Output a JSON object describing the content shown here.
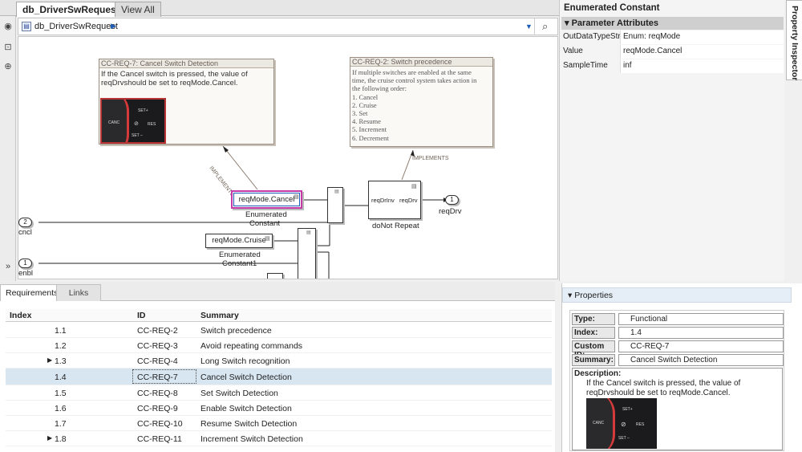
{
  "editor": {
    "tabs": [
      {
        "label": "db_DriverSwRequest",
        "active": true
      },
      {
        "label": "View All",
        "active": false
      }
    ],
    "breadcrumb": {
      "label": "db_DriverSwRequest"
    },
    "left_tools": [
      "hide-show-icon",
      "fit-view-icon",
      "zoom-icon",
      "expand-icon"
    ]
  },
  "canvas": {
    "notes": [
      {
        "title": "CC-REQ-7: Cancel Switch Detection",
        "body": "If the Cancel switch is pressed, the value of reqDrvshould be set to reqMode.Cancel."
      },
      {
        "title": "CC-REQ-2: Switch precedence",
        "lines": [
          "If multiple switches are enabled at the same",
          "time, the cruise control system takes action in",
          "the following order:",
          "1. Cancel",
          "2. Cruise",
          "3. Set",
          "4. Resume",
          "5. Increment",
          "6. Decrement"
        ]
      }
    ],
    "wheel_labels": {
      "set_plus": "SET+",
      "cancel": "CANC",
      "res": "RES",
      "set_minus": "SET –"
    },
    "implements_labels": [
      "IMPLEMENTS",
      "IMPLEMENTS"
    ],
    "blocks": {
      "const1": {
        "value": "reqMode.Cancel",
        "label_line1": "Enumerated",
        "label_line2": "Constant"
      },
      "const2": {
        "value": "reqMode.Cruise",
        "label_line1": "Enumerated",
        "label_line2": "Constant1"
      },
      "subsys": {
        "in_port": "reqDrInv",
        "out_port": "reqDrv",
        "label": "doNot Repeat"
      },
      "outport": {
        "number": "1",
        "label": "reqDrv"
      },
      "inport_cncl": {
        "number": "2",
        "label": "cncl"
      },
      "inport_enbl": {
        "number": "1",
        "label": "enbl"
      }
    }
  },
  "property_inspector": {
    "vertical_tab": "Property Inspector",
    "title": "Enumerated Constant",
    "section": "Parameter Attributes",
    "rows": [
      {
        "key": "OutDataTypeStr",
        "value": "Enum: reqMode"
      },
      {
        "key": "Value",
        "value": "reqMode.Cancel"
      },
      {
        "key": "SampleTime",
        "value": "inf"
      }
    ]
  },
  "requirements": {
    "tabs": [
      {
        "label": "Requirements",
        "active": true
      },
      {
        "label": "Links",
        "active": false
      }
    ],
    "columns": [
      "Index",
      "ID",
      "Summary"
    ],
    "rows": [
      {
        "index": "1.1",
        "id": "CC-REQ-2",
        "summary": "Switch precedence",
        "expandable": false,
        "selected": false
      },
      {
        "index": "1.2",
        "id": "CC-REQ-3",
        "summary": "Avoid repeating commands",
        "expandable": false,
        "selected": false
      },
      {
        "index": "1.3",
        "id": "CC-REQ-4",
        "summary": "Long Switch recognition",
        "expandable": true,
        "selected": false
      },
      {
        "index": "1.4",
        "id": "CC-REQ-7",
        "summary": "Cancel Switch Detection",
        "expandable": false,
        "selected": true
      },
      {
        "index": "1.5",
        "id": "CC-REQ-8",
        "summary": "Set Switch Detection",
        "expandable": false,
        "selected": false
      },
      {
        "index": "1.6",
        "id": "CC-REQ-9",
        "summary": "Enable Switch Detection",
        "expandable": false,
        "selected": false
      },
      {
        "index": "1.7",
        "id": "CC-REQ-10",
        "summary": "Resume Switch Detection",
        "expandable": false,
        "selected": false
      },
      {
        "index": "1.8",
        "id": "CC-REQ-11",
        "summary": "Increment Switch Detection",
        "expandable": true,
        "selected": false
      }
    ]
  },
  "properties": {
    "header": "Properties",
    "type": {
      "key": "Type:",
      "value": "Functional"
    },
    "index": {
      "key": "Index:",
      "value": "1.4"
    },
    "custom_id": {
      "key": "Custom ID:",
      "value": "CC-REQ-7"
    },
    "summary": {
      "key": "Summary:",
      "value": "Cancel Switch Detection"
    },
    "description": {
      "key": "Description:",
      "line1": "If the Cancel switch is pressed, the value of",
      "line2": "reqDrvshould be set to reqMode.Cancel."
    }
  },
  "colors": {
    "selection": "#d8e6f2",
    "highlight_border": "#c53aa6",
    "accent_blue": "#1d5cb6"
  }
}
